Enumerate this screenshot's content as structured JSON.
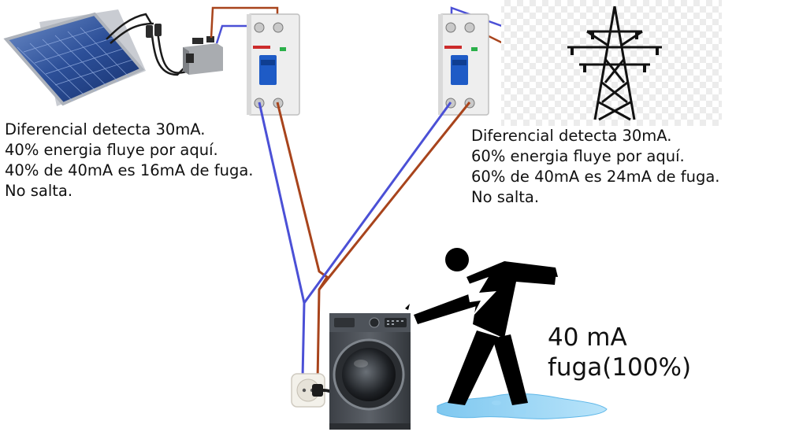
{
  "left_note": {
    "lines": [
      "Diferencial detecta 30mA.",
      "40% energia fluye por aquí.",
      "40% de 40mA es 16mA de fuga.",
      "No salta."
    ]
  },
  "right_note": {
    "lines": [
      "Diferencial detecta 30mA.",
      "60% energia fluye por aquí.",
      "60% de 40mA es 24mA de fuga.",
      "No salta."
    ]
  },
  "leak": {
    "lines": [
      "40 mA",
      "fuga(100%)"
    ]
  },
  "colors": {
    "neutral_wire": "#4b50d6",
    "phase_wire": "#a8441c",
    "breaker_toggle": "#1e5bc6"
  },
  "icons": [
    "solar-panel-icon",
    "microinverter-icon",
    "residual-current-breaker-icon",
    "power-tower-icon",
    "wall-socket-icon",
    "washing-machine-icon",
    "electrocuted-person-icon",
    "water-puddle-icon"
  ]
}
